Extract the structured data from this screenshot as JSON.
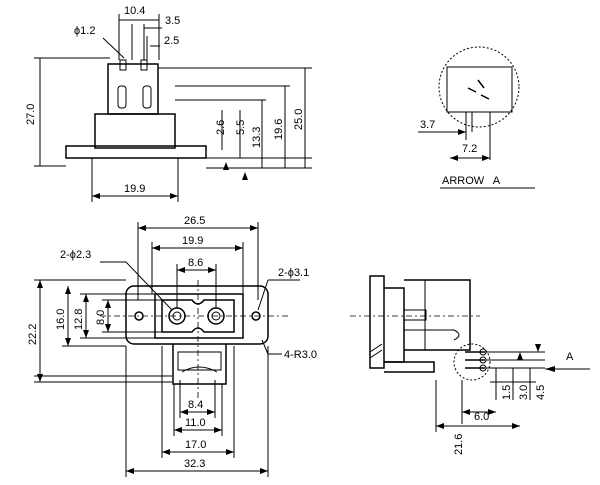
{
  "top_view": {
    "dim_width": "10.4",
    "dim_pin_pitch": "3.5",
    "dim_pin_dia": "ϕ1.2",
    "dim_pin_offset": "2.5",
    "dim_total_height": "27.0",
    "dim_base_width": "19.9",
    "dim_2_6": "2.6",
    "dim_5_5": "5.5",
    "dim_13_3": "13.3",
    "dim_19_6": "19.6",
    "dim_25_0": "25.0"
  },
  "arrow_view": {
    "title": "ARROW   A",
    "dim_3_7": "3.7",
    "dim_7_2": "7.2"
  },
  "front_view": {
    "dim_26_5": "26.5",
    "dim_19_9": "19.9",
    "dim_8_6": "8.6",
    "dim_hole": "2-ϕ2.3",
    "dim_mount": "2-ϕ3.1",
    "dim_22_2": "22.2",
    "dim_16_0": "16.0",
    "dim_12_8": "12.8",
    "dim_8_0": "8.0",
    "dim_radius": "4-R3.0",
    "dim_8_4": "8.4",
    "dim_11_0": "11.0",
    "dim_17_0": "17.0",
    "dim_32_3": "32.3"
  },
  "side_view": {
    "arrow_label": "A",
    "dim_1_5": "1.5",
    "dim_3_0": "3.0",
    "dim_4_5": "4.5",
    "dim_6_0": "6.0",
    "dim_21_6": "21.6"
  }
}
